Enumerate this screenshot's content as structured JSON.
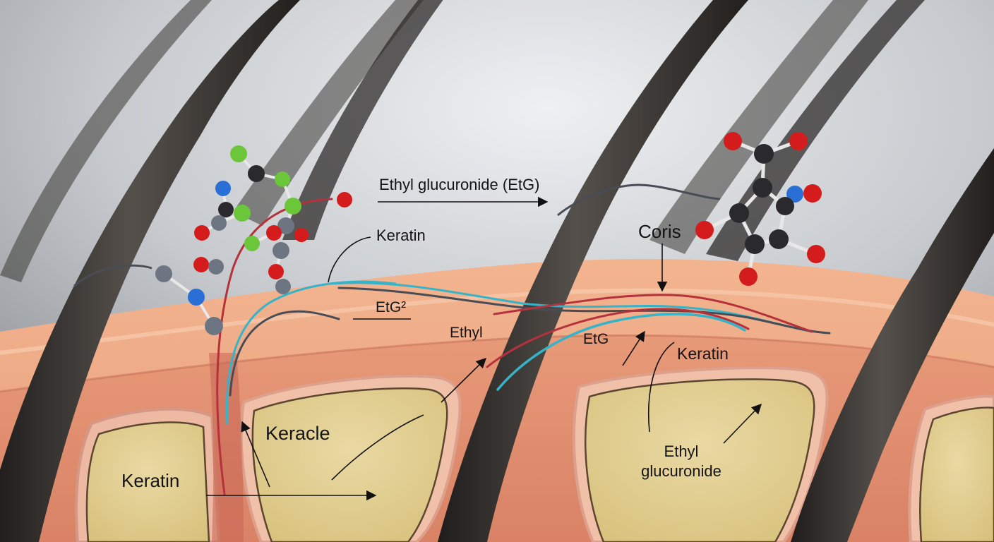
{
  "labels": {
    "title": "Ethyl glucuronide (EtG)",
    "keratin_top": "Keratin",
    "coris": "Coris",
    "etg2": "EtG²",
    "ethyl": "Ethyl",
    "etg": "EtG",
    "keratin_mid": "Keratin",
    "keracle": "Keracle",
    "keratin_low": "Keratin",
    "ethyl_glucuronide": "Ethyl glucuronide"
  },
  "atom_colors": {
    "carbon": "#2a2a2e",
    "oxygen": "#d41c1c",
    "nitrogen": "#2a6fd6",
    "green": "#6cc63a",
    "grey": "#6e7582"
  },
  "fiber_colors": {
    "red": "#b4323c",
    "cyan": "#35b3c9",
    "dark": "#4a4c55"
  }
}
